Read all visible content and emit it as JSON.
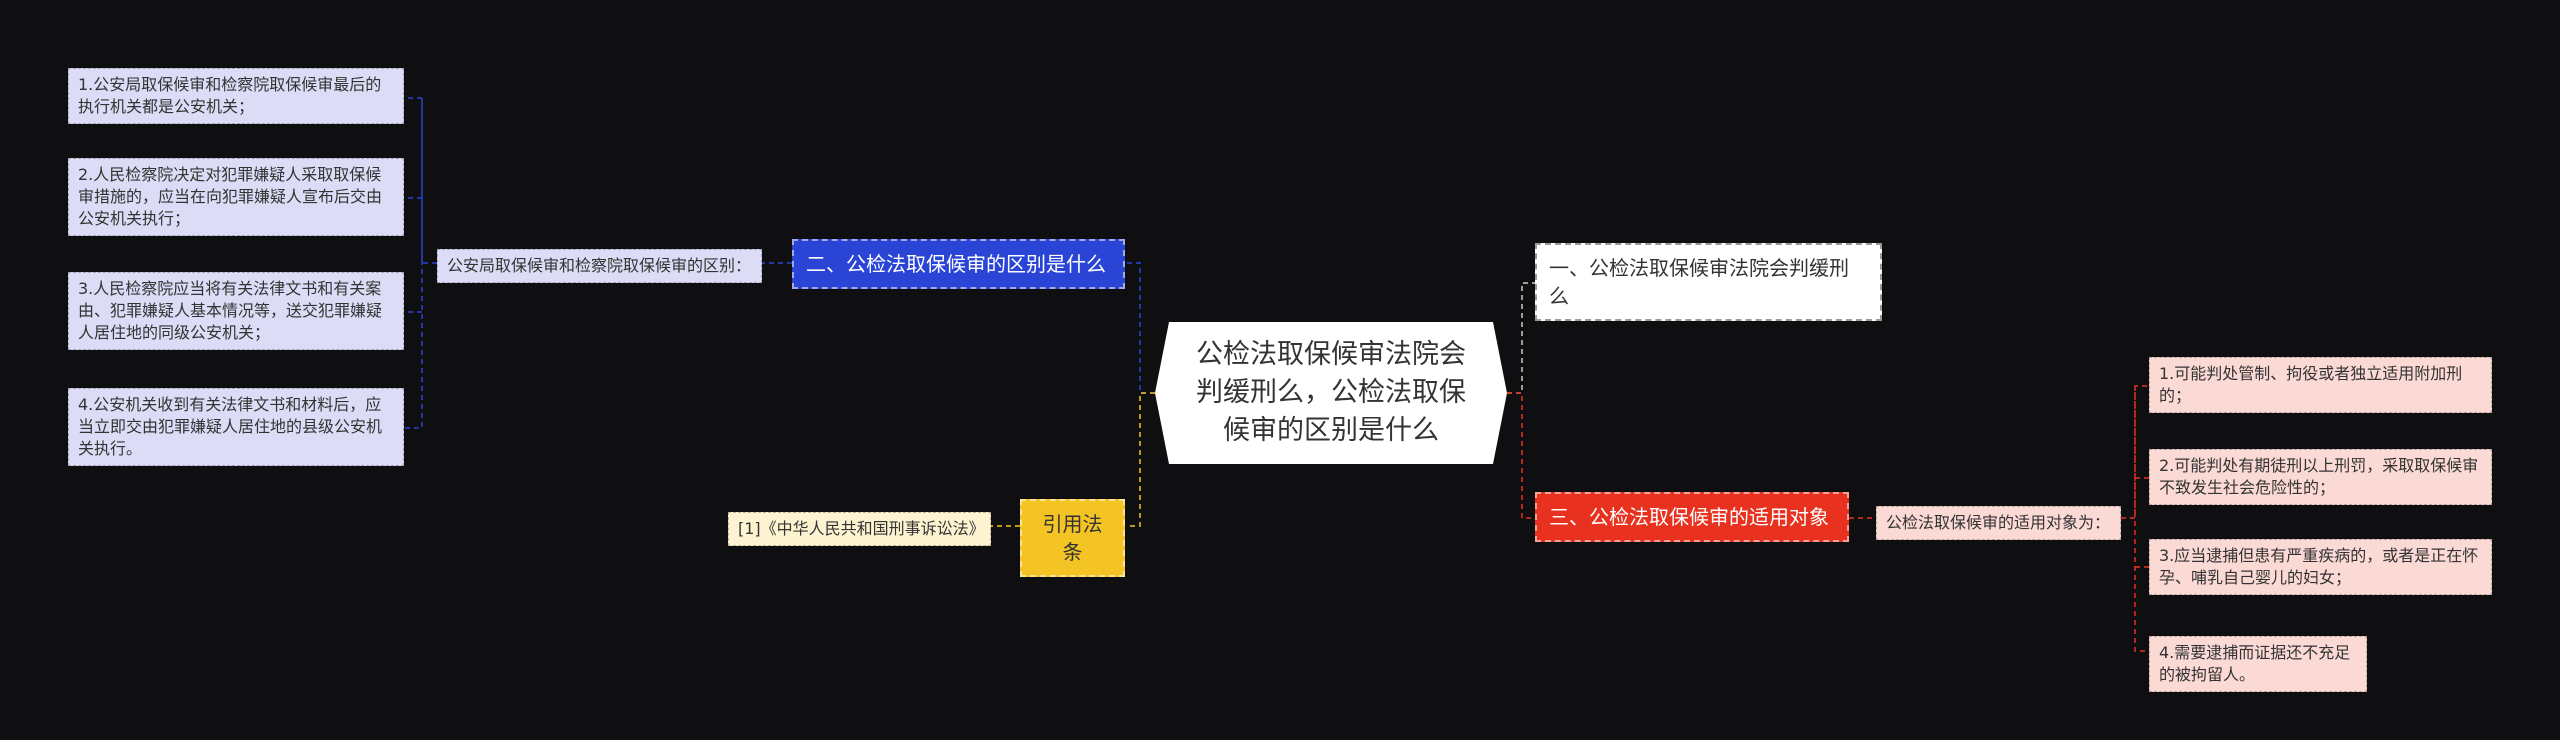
{
  "root": {
    "title": "公检法取保候审法院会判缓刑么，公检法取保候审的区别是什么"
  },
  "branch_difference": {
    "label": "二、公检法取保候审的区别是什么",
    "color": "#2a44d6",
    "sub": {
      "label": "公安局取保候审和检察院取保候审的区别：",
      "items": [
        "1.公安局取保候审和检察院取保候审最后的执行机关都是公安机关；",
        "2.人民检察院决定对犯罪嫌疑人采取取保候审措施的，应当在向犯罪嫌疑人宣布后交由公安机关执行；",
        "3.人民检察院应当将有关法律文书和有关案由、犯罪嫌疑人基本情况等，送交犯罪嫌疑人居住地的同级公安机关；",
        "4.公安机关收到有关法律文书和材料后，应当立即交由犯罪嫌疑人居住地的县级公安机关执行。"
      ]
    }
  },
  "branch_citation": {
    "label": "引用法条",
    "color": "#f3c423",
    "ref": "[1]《中华人民共和国刑事诉讼法》"
  },
  "branch_probation": {
    "label": "一、公检法取保候审法院会判缓刑么",
    "color": "#ffffff"
  },
  "branch_applicable": {
    "label": "三、公检法取保候审的适用对象",
    "color": "#e8321f",
    "sub": {
      "label": "公检法取保候审的适用对象为：",
      "items": [
        "1.可能判处管制、拘役或者独立适用附加刑的；",
        "2.可能判处有期徒刑以上刑罚，采取取保候审不致发生社会危险性的；",
        "3.应当逮捕但患有严重疾病的，或者是正在怀孕、哺乳自己婴儿的妇女；",
        "4.需要逮捕而证据还不充足的被拘留人。"
      ]
    }
  }
}
